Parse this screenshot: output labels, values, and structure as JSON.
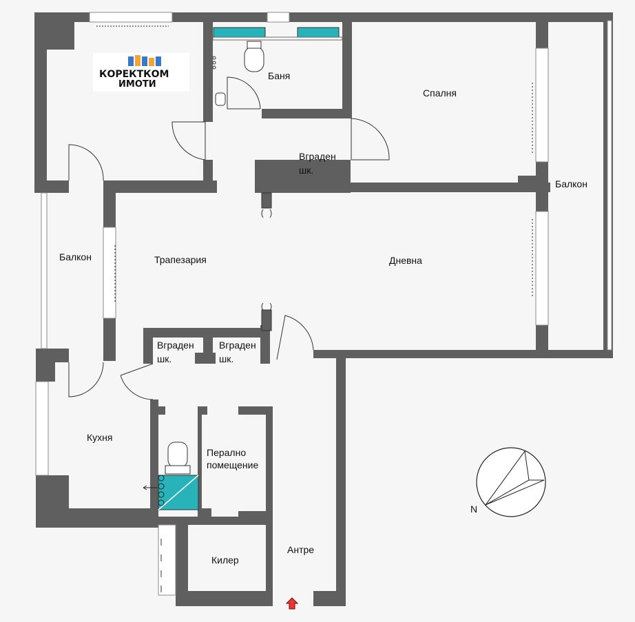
{
  "rooms": {
    "banya": "Баня",
    "spalnya": "Спалня",
    "vgraden_top_1": "Вграден",
    "vgraden_top_2": "шк.",
    "balkon_right": "Балкон",
    "balkon_left": "Балкон",
    "trapezariya": "Трапезария",
    "dnevna": "Дневна",
    "vgraden_a_1": "Вграден",
    "vgraden_a_2": "шк.",
    "vgraden_b_1": "Вграден",
    "vgraden_b_2": "шк.",
    "kuhnya": "Кухня",
    "peralno_1": "Перално",
    "peralno_2": "помещение",
    "kiler": "Килер",
    "antre": "Антре"
  },
  "logo": {
    "line1": "КОРЕКТКОМ",
    "line2": "ИМОТИ"
  },
  "compass": {
    "north_label": "N"
  },
  "colors": {
    "wall": "#5f5f5f",
    "floor": "#f6f6f6",
    "fixture_teal": "#27b3b9",
    "entry_arrow": "#e53935",
    "logo_blue": "#3a78c9",
    "logo_orange": "#f2a33a"
  },
  "icons": {
    "entry": "entry-arrow-icon",
    "compass": "compass-icon",
    "toilet": "toilet-icon",
    "washer": "washing-machine-icon"
  }
}
